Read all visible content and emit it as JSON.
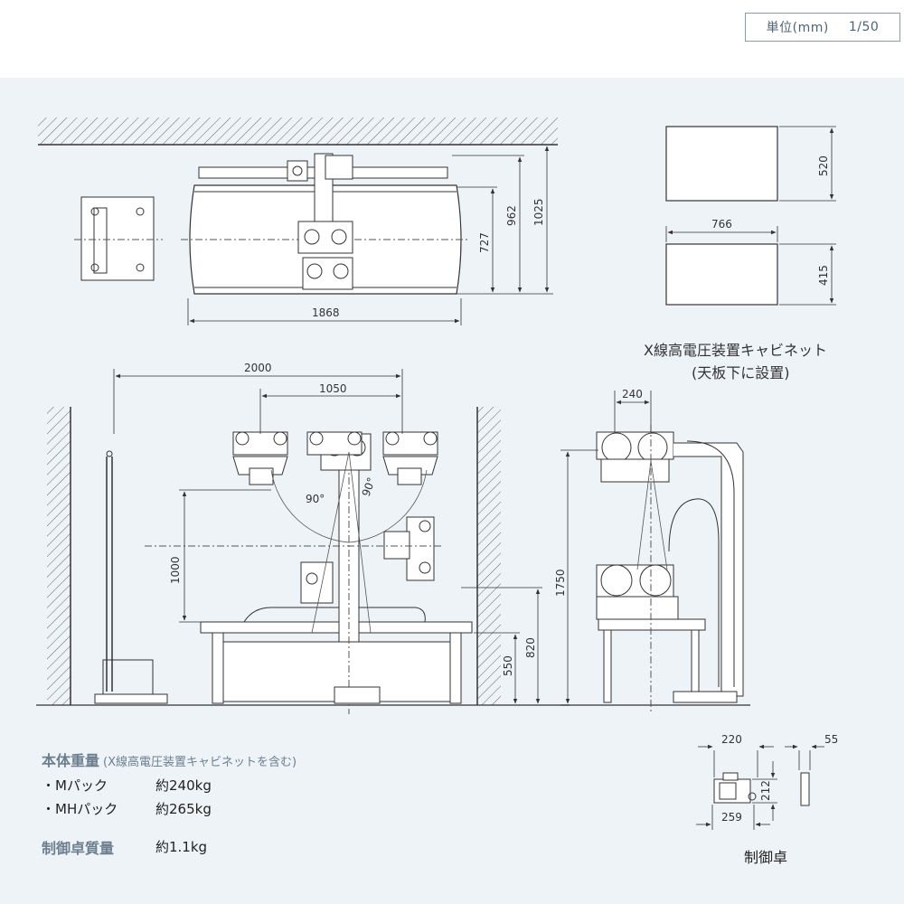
{
  "scale_box": {
    "unit": "単位(mm)",
    "scale": "1/50"
  },
  "dimensions": {
    "ceiling_width": "1868",
    "height_727": "727",
    "height_962": "962",
    "height_1025": "1025",
    "span_2000": "2000",
    "span_1050": "1050",
    "stroke_1000": "1000",
    "height_550": "550",
    "height_820": "820",
    "angle_left": "90°",
    "angle_right": "90°",
    "side_240": "240",
    "side_1750": "1750",
    "cab_depth": "520",
    "cab_width": "766",
    "cab_height": "415",
    "ctrl_220": "220",
    "ctrl_55": "55",
    "ctrl_212": "212",
    "ctrl_259": "259"
  },
  "cabinet_caption": {
    "line1": "X線高電圧装置キャビネット",
    "line2": "(天板下に設置)"
  },
  "specs": {
    "body_weight_label": "本体重量",
    "body_weight_note": "(X線高電圧装置キャビネットを含む)",
    "m_pack_label": "・Mパック",
    "m_pack_value": "約240kg",
    "mh_pack_label": "・MHパック",
    "mh_pack_value": "約265kg",
    "console_weight_label": "制御卓質量",
    "console_weight_value": "約1.1kg"
  },
  "console_label": "制御卓"
}
